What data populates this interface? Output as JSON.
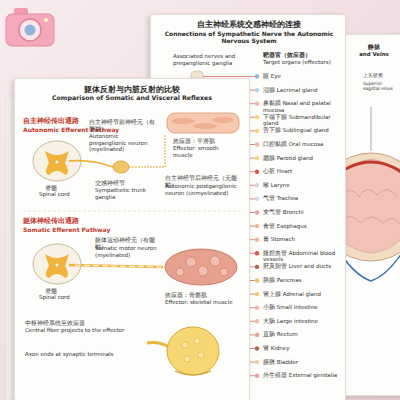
{
  "diagram": {
    "nodes": [
      {
        "text": [
          "躯体反射与内脏反射的比较",
          "Comparison of Somatic and Visceral Reflexes"
        ]
      },
      {
        "text": [
          "自主神经系统交感神经的连接",
          "Connections of Sympathetic Nerve the Autonomic Nervous System"
        ]
      },
      {
        "text": [
          "静脉",
          "and Veins"
        ]
      }
    ],
    "labels": [
      "自主神经传出通路",
      "Autonomic Efferent Pathway",
      "自主神经节前神经元（有髓鞘）",
      "Autonomic preganglionic neuron (myelinated)",
      "效应器：平滑肌",
      "Effector: smooth muscle",
      "脊髓",
      "Spinal cord",
      "自主神经节后神经元（无髓鞘）",
      "Autonomic postganglionic neuron (unmyelinated)",
      "交感神经节",
      "Sympathetic trunk ganglia",
      "躯体神经传出通路",
      "Somatic Efferent Pathway",
      "躯体运动神经元（有髓鞘）",
      "Somatic motor neuron (myelinated)",
      "脊髓",
      "Spinal cord",
      "效应器：骨骼肌",
      "Effector: skeletal muscle",
      "中枢神经系统至效应器",
      "Central fiber projects to the effector",
      "Axon ends at synaptic terminals",
      "Associated nerves and preganglionic ganglia",
      "靶器官（效应器）",
      "Target organs (effectors)",
      "眼 Eye",
      "泪腺 Lacrimal gland",
      "鼻黏膜 Nasal and palatal mucosa",
      "下颌下腺 Submandibular gland",
      "舌下腺 Sublingual gland",
      "口腔黏膜 Oral mucosa",
      "腮腺 Parotid gland",
      "心脏 Heart",
      "喉 Larynx",
      "气管 Trachea",
      "支气管 Bronchi",
      "食管 Esophagus",
      "胃 Stomach",
      "腹腔血管 Abdominal blood vessels",
      "肝及胆管 Liver and ducts",
      "胰腺 Pancreas",
      "肾上腺 Adrenal gland",
      "小肠 Small intestine",
      "大肠 Large intestine",
      "直肠 Rectum",
      "肾 Kidney",
      "膀胱 Bladder",
      "外生殖器 External genitalia",
      "上矢状窦",
      "Superior sagittal sinus"
    ]
  }
}
